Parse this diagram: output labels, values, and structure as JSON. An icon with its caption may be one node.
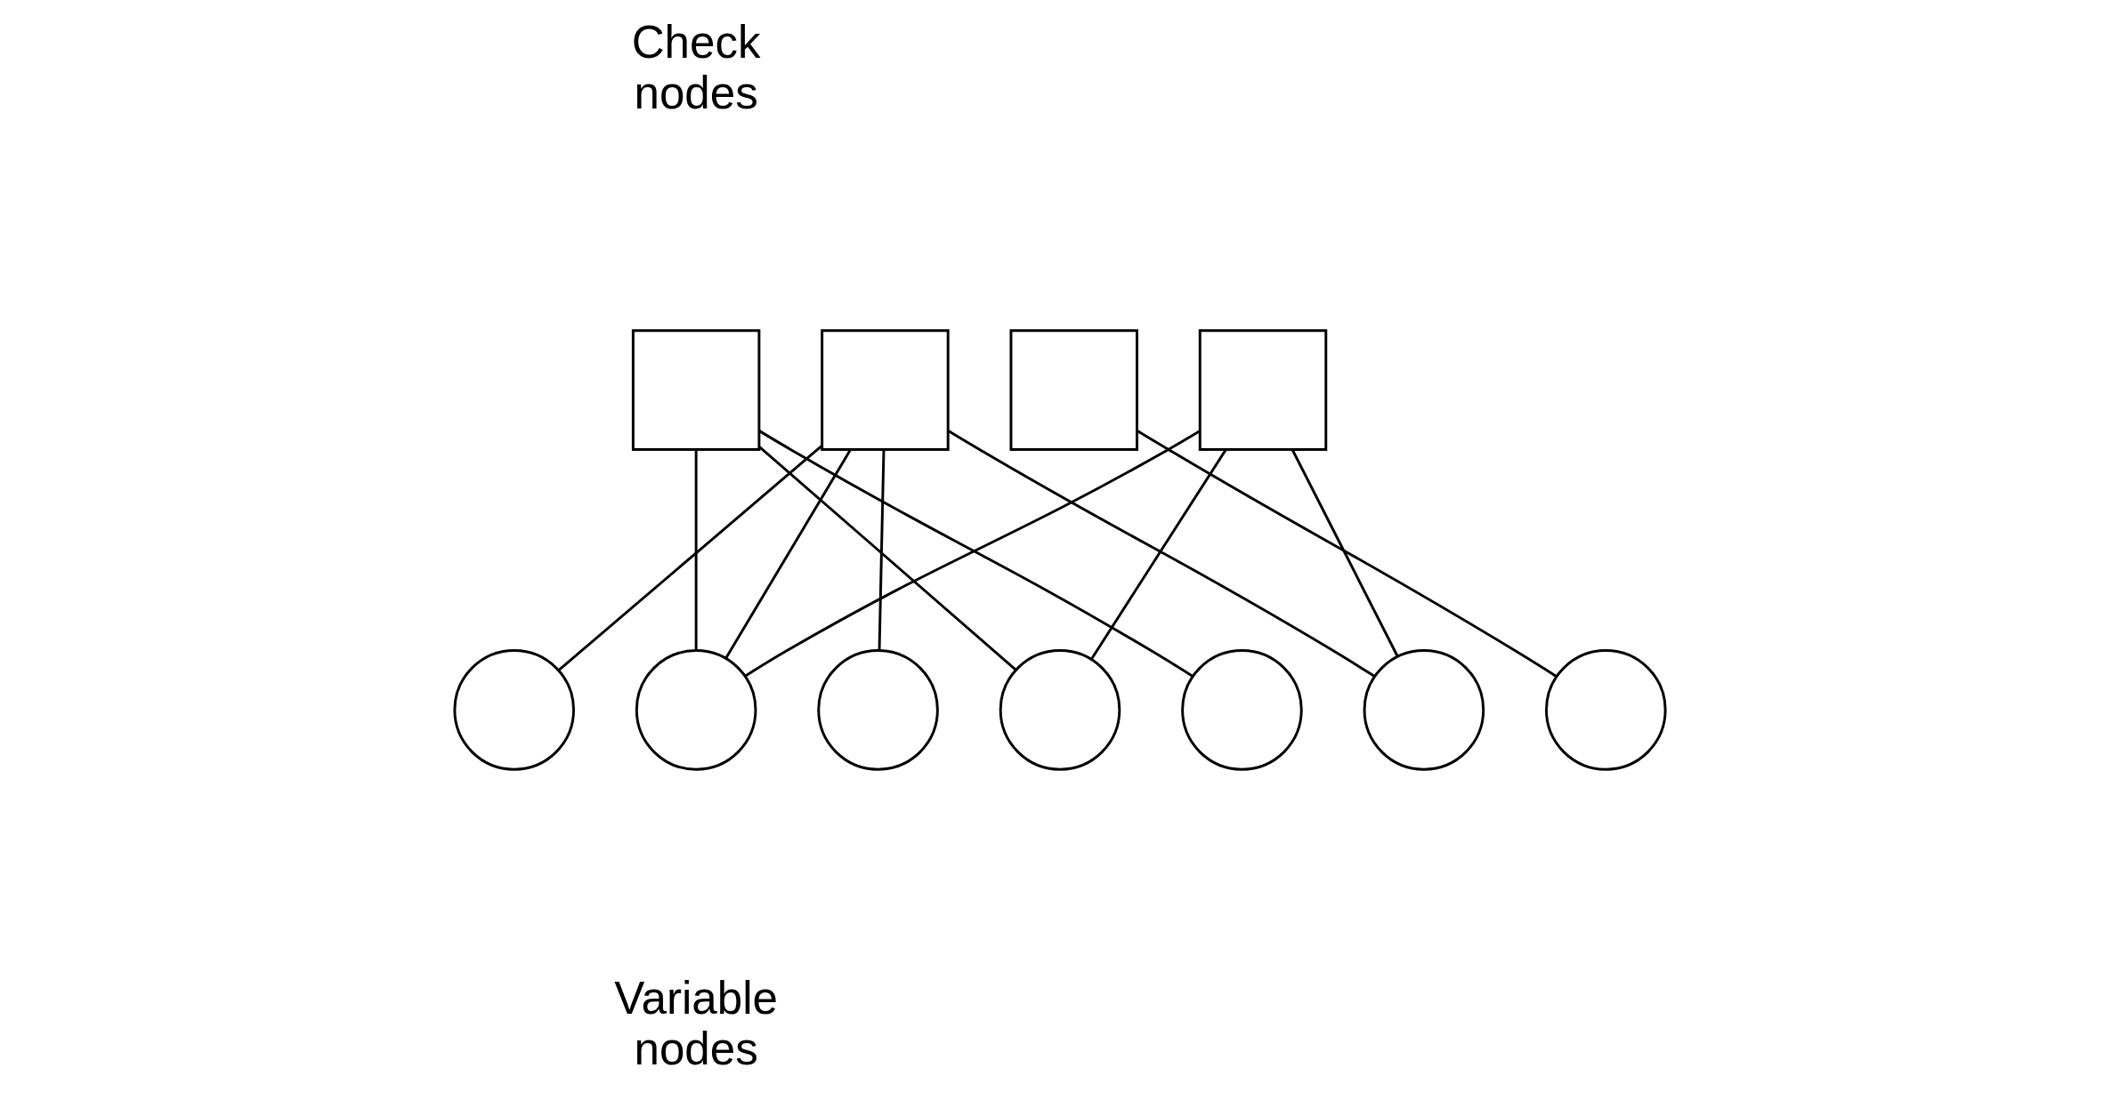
{
  "diagram": {
    "nodes": [
      {
        "text": [],
        "shape": "box"
      },
      {
        "text": [],
        "shape": "box"
      },
      {
        "text": [],
        "shape": "box"
      },
      {
        "text": [],
        "shape": "box"
      },
      {
        "text": [],
        "shape": "circle"
      },
      {
        "text": [],
        "shape": "circle"
      },
      {
        "text": [],
        "shape": "circle"
      },
      {
        "text": [],
        "shape": "circle"
      },
      {
        "text": [],
        "shape": "circle"
      },
      {
        "text": [],
        "shape": "circle"
      },
      {
        "text": [],
        "shape": "circle"
      }
    ],
    "edges": [
      {
        "from": 0,
        "to": 5,
        "arrow": "none"
      },
      {
        "from": 0,
        "to": 7,
        "arrow": "none"
      },
      {
        "from": 0,
        "to": 8,
        "arrow": "none"
      },
      {
        "from": 1,
        "to": 4,
        "arrow": "none"
      },
      {
        "from": 1,
        "to": 5,
        "arrow": "none"
      },
      {
        "from": 1,
        "to": 6,
        "arrow": "none"
      },
      {
        "from": 1,
        "to": 9,
        "arrow": "none"
      },
      {
        "from": 2,
        "to": 10,
        "arrow": "none"
      },
      {
        "from": 3,
        "to": 5,
        "arrow": "none"
      },
      {
        "from": 3,
        "to": 7,
        "arrow": "none"
      },
      {
        "from": 3,
        "to": 9,
        "arrow": "none"
      }
    ],
    "labels": [
      "Check nodes",
      "Variable nodes"
    ]
  }
}
